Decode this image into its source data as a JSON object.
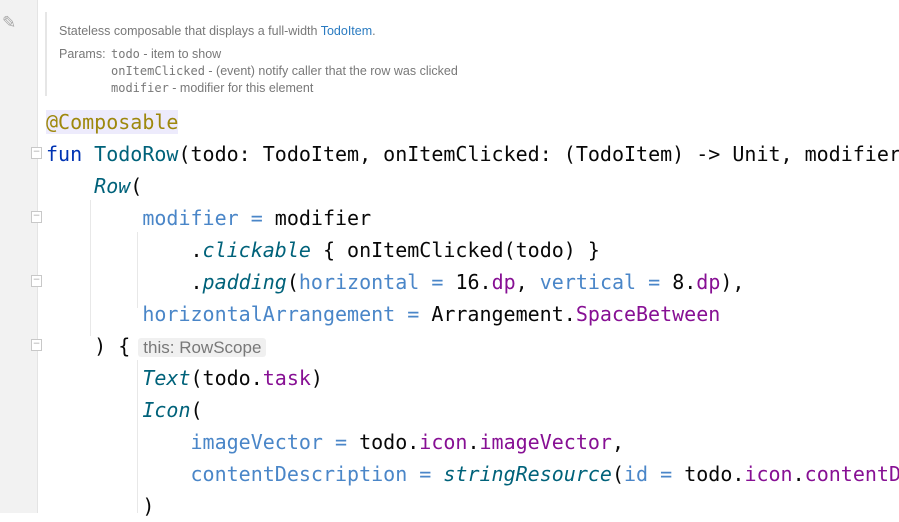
{
  "doc": {
    "summary_prefix": "Stateless composable that displays a full-width ",
    "summary_link": "TodoItem",
    "summary_suffix": ".",
    "params_label": "Params:",
    "params": [
      {
        "name": "todo",
        "desc": " - item to show"
      },
      {
        "name": "onItemClicked",
        "desc": " - (event) notify caller that the row was clicked"
      },
      {
        "name": "modifier",
        "desc": " - modifier for this element"
      }
    ]
  },
  "code_lines": [
    [
      [
        "@Composable",
        "ann"
      ]
    ],
    [
      [
        "fun ",
        "kw"
      ],
      [
        "TodoRow",
        "fn"
      ],
      [
        "(todo: TodoItem, onItemClicked: (TodoItem) -> Unit, modifier",
        "plain"
      ]
    ],
    [
      [
        "    ",
        "plain"
      ],
      [
        "Row",
        "call"
      ],
      [
        "(",
        "plain"
      ]
    ],
    [
      [
        "        ",
        "plain"
      ],
      [
        "modifier = ",
        "arg"
      ],
      [
        "modifier",
        "plain"
      ]
    ],
    [
      [
        "            .",
        "plain"
      ],
      [
        "clickable",
        "call"
      ],
      [
        " { onItemClicked(todo) }",
        "plain"
      ]
    ],
    [
      [
        "            .",
        "plain"
      ],
      [
        "padding",
        "call"
      ],
      [
        "(",
        "plain"
      ],
      [
        "horizontal = ",
        "arg"
      ],
      [
        "16.",
        "plain"
      ],
      [
        "dp",
        "prop"
      ],
      [
        ", ",
        "plain"
      ],
      [
        "vertical = ",
        "arg"
      ],
      [
        "8.",
        "plain"
      ],
      [
        "dp",
        "prop"
      ],
      [
        "),",
        "plain"
      ]
    ],
    [
      [
        "        ",
        "plain"
      ],
      [
        "horizontalArrangement = ",
        "arg"
      ],
      [
        "Arrangement.",
        "plain"
      ],
      [
        "SpaceBetween",
        "prop"
      ]
    ],
    [
      [
        "    ) {",
        "plain"
      ],
      [
        "this: RowScope",
        "hint"
      ]
    ],
    [
      [
        "        ",
        "plain"
      ],
      [
        "Text",
        "call"
      ],
      [
        "(todo.",
        "plain"
      ],
      [
        "task",
        "prop"
      ],
      [
        ")",
        "plain"
      ]
    ],
    [
      [
        "        ",
        "plain"
      ],
      [
        "Icon",
        "call"
      ],
      [
        "(",
        "plain"
      ]
    ],
    [
      [
        "            ",
        "plain"
      ],
      [
        "imageVector = ",
        "arg"
      ],
      [
        "todo.",
        "plain"
      ],
      [
        "icon",
        "prop"
      ],
      [
        ".",
        "plain"
      ],
      [
        "imageVector",
        "prop"
      ],
      [
        ",",
        "plain"
      ]
    ],
    [
      [
        "            ",
        "plain"
      ],
      [
        "contentDescription = ",
        "arg"
      ],
      [
        "stringResource",
        "call"
      ],
      [
        "(",
        "plain"
      ],
      [
        "id = ",
        "arg"
      ],
      [
        "todo.",
        "plain"
      ],
      [
        "icon",
        "prop"
      ],
      [
        ".",
        "plain"
      ],
      [
        "contentDe",
        "prop"
      ]
    ],
    [
      [
        "        )",
        "plain"
      ]
    ]
  ]
}
